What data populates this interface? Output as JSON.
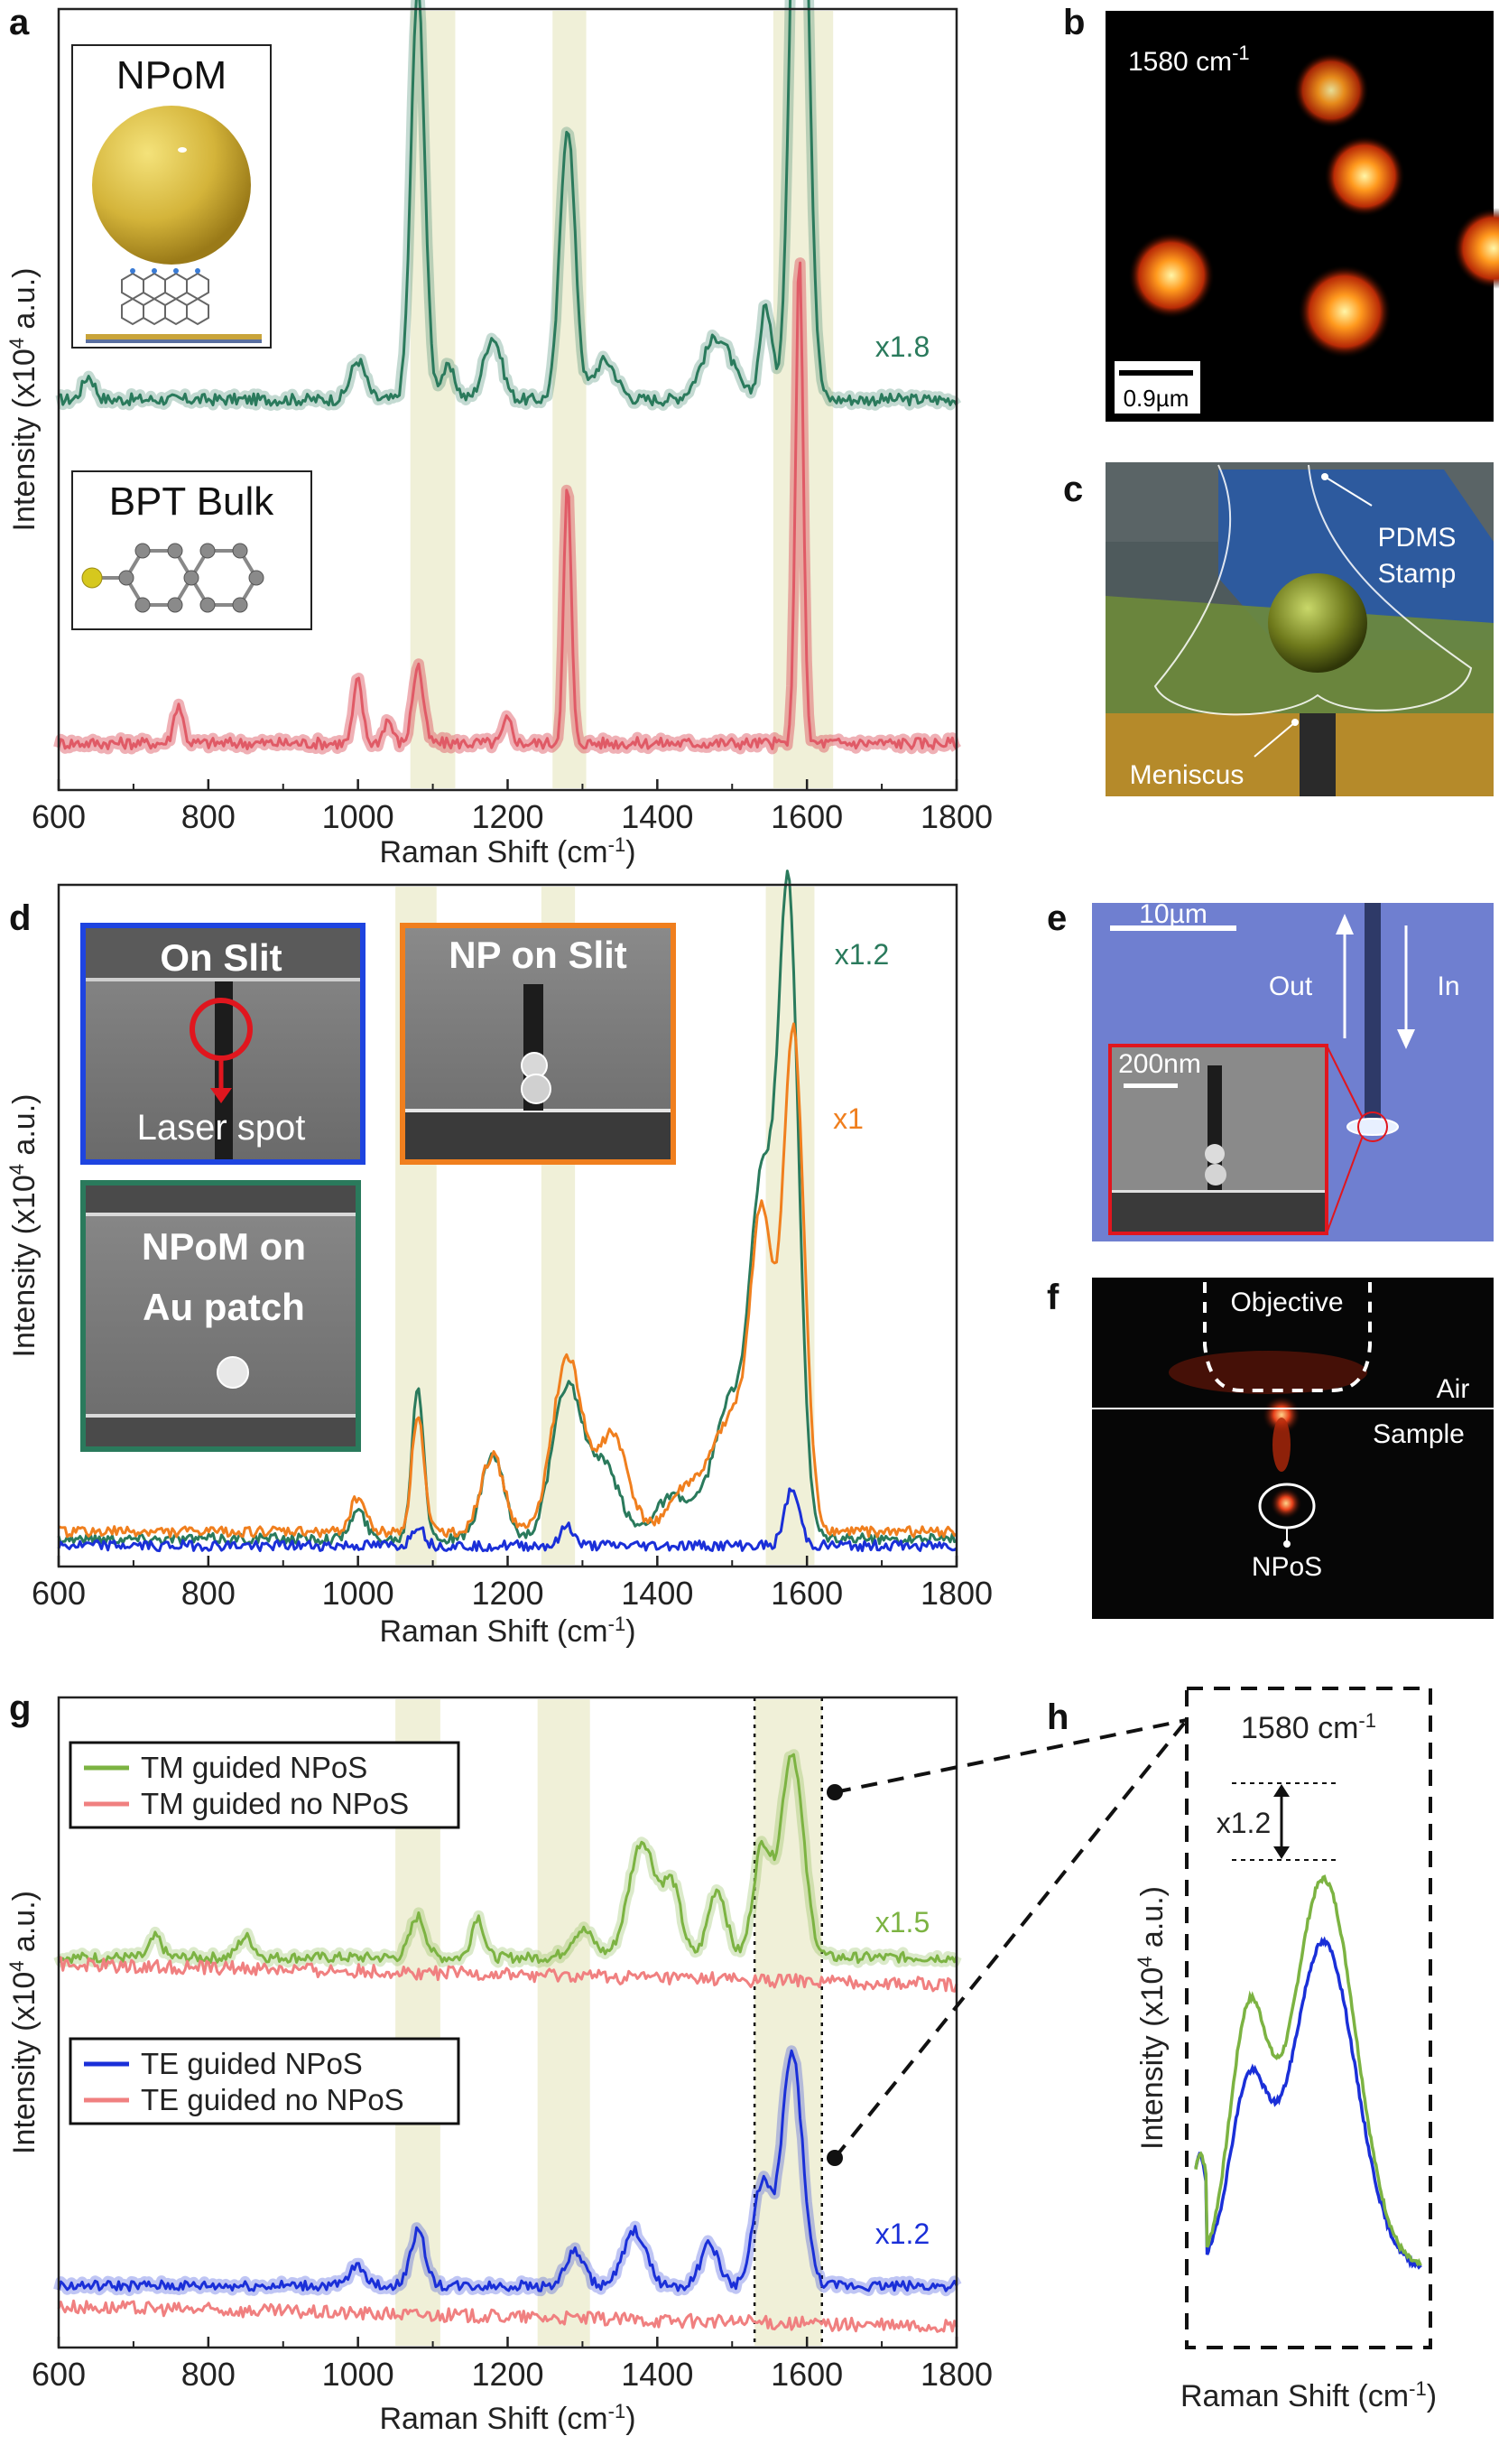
{
  "panels": {
    "a": "a",
    "b": "b",
    "c": "c",
    "d": "d",
    "e": "e",
    "f": "f",
    "g": "g",
    "h": "h"
  },
  "colors": {
    "npom_green": "#2a7a5c",
    "bulk_red": "#e05a66",
    "orange": "#f07f1e",
    "blue_dark": "#1a2fd8",
    "tm_green": "#7cb342",
    "pink": "#f08080",
    "highlight": "#f0f0d8"
  },
  "texts": {
    "a_inset1": "NPoM",
    "a_inset2": "BPT Bulk",
    "b_label": "1580 cm",
    "b_sup": "-1",
    "b_scale": "0.9µm",
    "c_pdms1": "PDMS",
    "c_pdms2": "Stamp",
    "c_meniscus": "Meniscus",
    "d_onslit": "On Slit",
    "d_laser": "Laser spot",
    "d_npslit": "NP on Slit",
    "d_npom1": "NPoM on",
    "d_npom2": "Au patch",
    "e_scale": "10µm",
    "e_scale2": "200nm",
    "e_out": "Out",
    "e_in": "In",
    "f_objective": "Objective",
    "f_air": "Air",
    "f_sample": "Sample",
    "f_npos": "NPoS",
    "h_label": "1580 cm",
    "h_sup": "-1",
    "h_ratio": "x1.2",
    "h_xlabel": "Raman Shift (cm",
    "h_ylabel": "Intensity (x10",
    "xlabel_main": "Raman Shift (cm",
    "xlabel_close": ")",
    "ylabel_main": "Intensity (x10",
    "ylabel_sup": "4",
    "ylabel_end": " a.u.)",
    "sup_neg1": "-1"
  },
  "chart_data": [
    {
      "panel": "a",
      "type": "line",
      "xlabel": "Raman Shift (cm-1)",
      "ylabel": "Intensity (x10^4 a.u.)",
      "xlim": [
        600,
        1800
      ],
      "x_ticks": [
        600,
        800,
        1000,
        1200,
        1400,
        1600,
        1800
      ],
      "highlight_bands": [
        [
          1070,
          1130
        ],
        [
          1260,
          1305
        ],
        [
          1555,
          1635
        ]
      ],
      "series": [
        {
          "name": "NPoM",
          "scale_label": "x1.8",
          "color": "#2a7a5c",
          "baseline": 0.5,
          "peaks": [
            [
              640,
              0.03,
              8
            ],
            [
              1000,
              0.05,
              10
            ],
            [
              1080,
              0.53,
              9
            ],
            [
              1120,
              0.04,
              10
            ],
            [
              1180,
              0.08,
              12
            ],
            [
              1280,
              0.35,
              10
            ],
            [
              1330,
              0.05,
              15
            ],
            [
              1480,
              0.08,
              20
            ],
            [
              1545,
              0.12,
              8
            ],
            [
              1590,
              0.97,
              11
            ]
          ]
        },
        {
          "name": "BPT Bulk",
          "color": "#e05a66",
          "baseline": 0.06,
          "peaks": [
            [
              760,
              0.05,
              6
            ],
            [
              1000,
              0.08,
              6
            ],
            [
              1040,
              0.03,
              6
            ],
            [
              1080,
              0.1,
              7
            ],
            [
              1200,
              0.03,
              6
            ],
            [
              1280,
              0.33,
              5
            ],
            [
              1590,
              0.63,
              5
            ]
          ]
        }
      ]
    },
    {
      "panel": "d",
      "type": "line",
      "xlabel": "Raman Shift (cm-1)",
      "ylabel": "Intensity (x10^4 a.u.)",
      "xlim": [
        600,
        1800
      ],
      "x_ticks": [
        600,
        800,
        1000,
        1200,
        1400,
        1600,
        1800
      ],
      "highlight_bands": [
        [
          1050,
          1105
        ],
        [
          1245,
          1290
        ],
        [
          1545,
          1610
        ]
      ],
      "series": [
        {
          "name": "NPoM on Au patch",
          "scale_label": "x1.2",
          "color": "#2a7a5c",
          "baseline": 0.04,
          "peaks": [
            [
              1000,
              0.04,
              10
            ],
            [
              1080,
              0.22,
              8
            ],
            [
              1180,
              0.12,
              15
            ],
            [
              1280,
              0.22,
              20
            ],
            [
              1330,
              0.1,
              20
            ],
            [
              1420,
              0.06,
              25
            ],
            [
              1500,
              0.2,
              25
            ],
            [
              1540,
              0.45,
              15
            ],
            [
              1575,
              0.92,
              14
            ]
          ]
        },
        {
          "name": "NP on Slit",
          "scale_label": "x1",
          "color": "#f07f1e",
          "baseline": 0.05,
          "peaks": [
            [
              1000,
              0.05,
              10
            ],
            [
              1080,
              0.17,
              8
            ],
            [
              1180,
              0.11,
              15
            ],
            [
              1280,
              0.25,
              20
            ],
            [
              1340,
              0.14,
              20
            ],
            [
              1440,
              0.06,
              25
            ],
            [
              1500,
              0.16,
              25
            ],
            [
              1540,
              0.42,
              15
            ],
            [
              1582,
              0.72,
              14
            ]
          ]
        },
        {
          "name": "On Slit",
          "color": "#1a2fd8",
          "baseline": 0.03,
          "peaks": [
            [
              1080,
              0.03,
              8
            ],
            [
              1280,
              0.03,
              8
            ],
            [
              1580,
              0.08,
              10
            ]
          ]
        }
      ]
    },
    {
      "panel": "g",
      "type": "line",
      "xlabel": "Raman Shift (cm-1)",
      "ylabel": "Intensity (x10^4 a.u.)",
      "xlim": [
        600,
        1800
      ],
      "x_ticks": [
        600,
        800,
        1000,
        1200,
        1400,
        1600,
        1800
      ],
      "highlight_bands": [
        [
          1050,
          1110
        ],
        [
          1240,
          1310
        ],
        [
          1530,
          1620
        ]
      ],
      "dotted_lines": [
        1530,
        1620
      ],
      "series": [
        {
          "name": "TM guided NPoS",
          "scale_label": "x1.5",
          "color": "#7cb342",
          "baseline": 0.57,
          "peaks": [
            [
              730,
              0.03,
              8
            ],
            [
              850,
              0.03,
              10
            ],
            [
              1080,
              0.06,
              10
            ],
            [
              1160,
              0.06,
              8
            ],
            [
              1300,
              0.04,
              15
            ],
            [
              1380,
              0.17,
              18
            ],
            [
              1420,
              0.1,
              12
            ],
            [
              1480,
              0.1,
              12
            ],
            [
              1540,
              0.16,
              12
            ],
            [
              1580,
              0.3,
              15
            ]
          ]
        },
        {
          "name": "TM guided no NPoS",
          "color": "#f08080",
          "baseline": 0.56,
          "peaks": []
        },
        {
          "name": "TE guided NPoS",
          "scale_label": "x1.2",
          "color": "#1a2fd8",
          "baseline": 0.09,
          "peaks": [
            [
              1000,
              0.03,
              10
            ],
            [
              1080,
              0.08,
              10
            ],
            [
              1290,
              0.05,
              12
            ],
            [
              1370,
              0.08,
              15
            ],
            [
              1470,
              0.06,
              12
            ],
            [
              1540,
              0.15,
              12
            ],
            [
              1580,
              0.34,
              14
            ]
          ]
        },
        {
          "name": "TE guided no NPoS",
          "color": "#f08080",
          "baseline": 0.06,
          "peaks": []
        }
      ]
    },
    {
      "panel": "h",
      "type": "line",
      "title": "1580 cm-1",
      "xlabel": "Raman Shift (cm-1)",
      "ylabel": "Intensity (x10^4 a.u.)",
      "annotation": "x1.2",
      "series": [
        {
          "name": "TM guided NPoS",
          "color": "#7cb342"
        },
        {
          "name": "TE guided NPoS",
          "color": "#1a2fd8"
        }
      ]
    }
  ]
}
